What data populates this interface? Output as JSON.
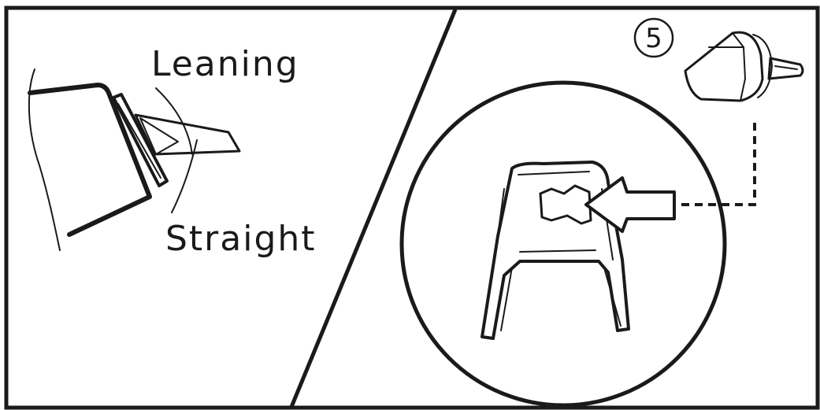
{
  "labels": {
    "leaning": "Leaning",
    "straight": "Straight"
  },
  "step_marker": "5",
  "colors": {
    "ink": "#1a1a1a",
    "background": "#ffffff"
  }
}
